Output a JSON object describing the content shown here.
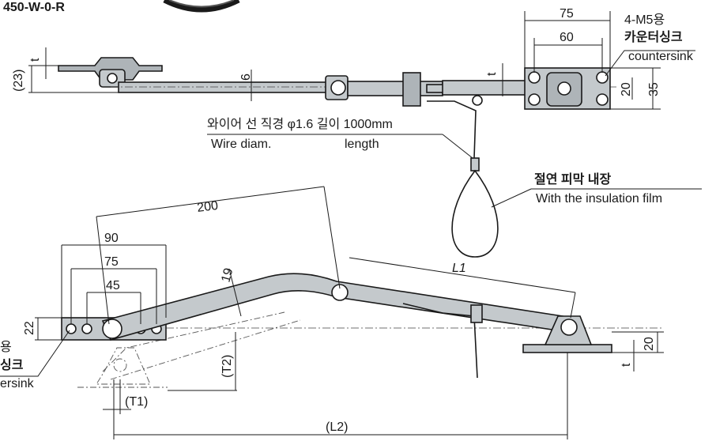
{
  "part_code": "450-W-0-R",
  "top_view": {
    "dim_75": "75",
    "dim_60": "60",
    "dim_23": "(23)",
    "dim_t": "t",
    "dim_6": "6",
    "dim_t2": "t",
    "dim_20": "20",
    "dim_35": "35",
    "countersink_ko_1": "4-M5용",
    "countersink_ko_2": "카운터싱크",
    "countersink_en": "countersink",
    "wire_ko": "와이어 선 직경 φ1.6 길이 1000mm",
    "wire_en_1": "Wire diam.",
    "wire_en_2": "length",
    "insulation_ko": "절연 피막 내장",
    "insulation_en": "With the insulation film"
  },
  "side_view": {
    "dim_200": "200",
    "dim_90": "90",
    "dim_75": "75",
    "dim_45": "45",
    "dim_22": "22",
    "dim_19": "19",
    "dim_L1": "L1",
    "dim_T2": "(T2)",
    "dim_T1": "(T1)",
    "dim_L2": "(L2)",
    "dim_20": "20",
    "dim_t": "t",
    "left_ko_1": "용",
    "left_ko_2": "싱크",
    "left_en": "ersink"
  },
  "colors": {
    "part_fill": "#c4c9cc",
    "line": "#1a1a1a"
  }
}
